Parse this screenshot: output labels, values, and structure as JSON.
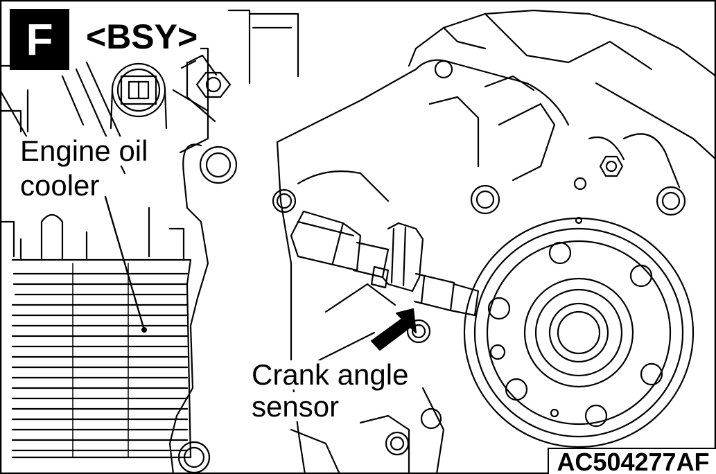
{
  "section_letter": "F",
  "variant": "<BSY>",
  "labels": {
    "engine_oil_cooler": [
      "Engine oil",
      "cooler"
    ],
    "crank_angle_sensor": [
      "Crank angle",
      "sensor"
    ]
  },
  "figure_id": "AC504277AF",
  "colors": {
    "ink": "#000000",
    "paper": "#ffffff"
  }
}
